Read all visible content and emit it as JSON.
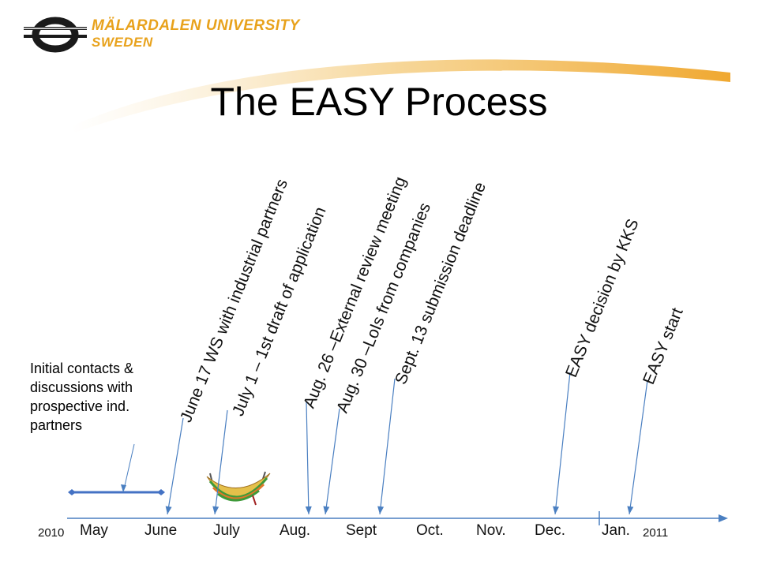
{
  "logo": {
    "line1": "MÄLARDALEN UNIVERSITY",
    "line2": "SWEDEN",
    "accent_color": "#e8a21c",
    "mark_color": "#1a1a1a"
  },
  "slide": {
    "title": "The EASY Process"
  },
  "initial_note": {
    "lines": [
      "Initial contacts &",
      "discussions with",
      "prospective ind.",
      "partners"
    ]
  },
  "timeline": {
    "year_start": "2010",
    "year_end": "2011",
    "months": [
      "May",
      "June",
      "July",
      "Aug.",
      "Sept",
      "Oct.",
      "Nov.",
      "Dec.",
      "Jan."
    ],
    "axis_color": "#4a7fc1",
    "bar_color": "#4472c4"
  },
  "milestones": [
    {
      "label": "June 17 WS with industrial partners"
    },
    {
      "label": "July 1 – 1st draft of application"
    },
    {
      "label": "Aug. 26 –External review meeting"
    },
    {
      "label": "Aug. 30 –LoIs from companies"
    },
    {
      "label": "Sept. 13 submission deadline"
    },
    {
      "label": "EASY decision by KKS"
    },
    {
      "label": "EASY start"
    }
  ],
  "hammock_icon": "hammock-icon"
}
